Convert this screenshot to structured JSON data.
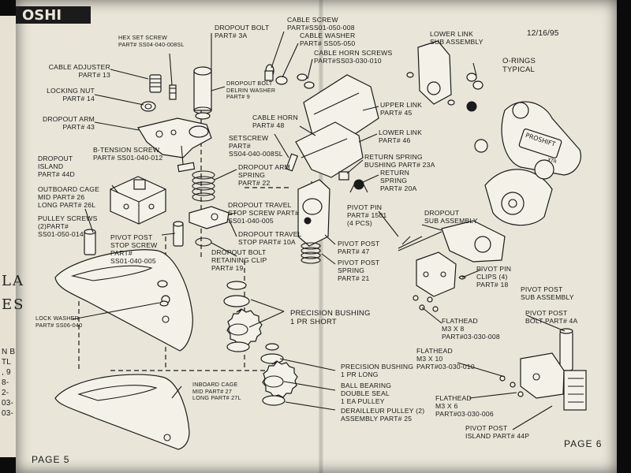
{
  "header": {
    "logo_fragment": "OSHI",
    "date": "12/16/95"
  },
  "pages": {
    "left": "PAGE 5",
    "right": "PAGE 6"
  },
  "side_fragments": {
    "a": "LA",
    "b": "ES"
  },
  "side_text": [
    "N B",
    "TL",
    ", 9",
    "8-",
    "2-",
    "03-",
    "03-"
  ],
  "part_labels": {
    "hex_set_screw": [
      "HEX SET SCREW",
      "PART# SS04-040-008SL"
    ],
    "cable_adjuster": [
      "CABLE ADJUSTER",
      "PART# 13"
    ],
    "locking_nut": [
      "LOCKING NUT",
      "PART# 14"
    ],
    "dropout_arm": [
      "DROPOUT ARM",
      "PART# 43"
    ],
    "b_tension_screw": [
      "B-TENSION SCREW",
      "PART# SS01-040-012"
    ],
    "dropout_island": [
      "DROPOUT",
      "ISLAND",
      "PART# 44D"
    ],
    "outboard_cage": [
      "OUTBOARD CAGE",
      "MID PART# 26",
      "LONG PART# 26L"
    ],
    "pulley_screws": [
      "PULLEY SCREWS",
      "(2)PART#",
      "SS01-050-014"
    ],
    "pivot_post_stop_screw": [
      "PIVOT POST",
      "STOP SCREW",
      "PART#",
      "SS01-040-005"
    ],
    "lock_washer": [
      "LOCK WASHER",
      "PART# SS06-040"
    ],
    "inboard_cage": [
      "INBOARD CAGE",
      "MID PART# 27",
      "LONG PART# 27L"
    ],
    "dropout_bolt": [
      "DROPOUT BOLT",
      "PART# 3A"
    ],
    "dropout_bolt_delrin_washer": [
      "DROPOUT BOLT",
      "DELRIN WASHER",
      "PART# 9"
    ],
    "cable_screw": [
      "CABLE SCREW",
      "PART#SS01-050-008"
    ],
    "cable_washer": [
      "CABLE WASHER",
      "PART# SS05-050"
    ],
    "cable_horn_screws": [
      "CABLE HORN SCREWS",
      "PART#SS03-030-010"
    ],
    "cable_horn": [
      "CABLE HORN",
      "PART# 48"
    ],
    "setscrew": [
      "SETSCREW",
      "PART#",
      "SS04-040-008SL"
    ],
    "dropout_arm_spring": [
      "DROPOUT ARM",
      "SPRING",
      "PART# 22"
    ],
    "dropout_travel_stop_screw": [
      "DROPOUT TRAVEL",
      "STOP SCREW PART#",
      "SS01-040-005"
    ],
    "dropout_travel_stop": [
      "DROPOUT TRAVEL",
      "STOP PART# 10A"
    ],
    "dropout_bolt_retaining_clip": [
      "DROPOUT BOLT",
      "RETAINING CLIP",
      "PART# 19"
    ],
    "upper_link": [
      "UPPER LINK",
      "PART# 45"
    ],
    "lower_link": [
      "LOWER LINK",
      "PART# 46"
    ],
    "return_spring_bushing": [
      "RETURN SPRING",
      "BUSHING PART# 23A"
    ],
    "return_spring": [
      "RETURN",
      "SPRING",
      "PART# 20A"
    ],
    "pivot_pin": [
      "PIVOT PIN",
      "PART# 1501",
      "(4 PCS)"
    ],
    "pivot_post": [
      "PIVOT POST",
      "PART# 47"
    ],
    "pivot_post_spring": [
      "PIVOT POST",
      "SPRING",
      "PART# 21"
    ],
    "precision_bushing_short": [
      "PRECISION BUSHING",
      "1 PR SHORT"
    ],
    "precision_bushing_long": [
      "PRECISION BUSHING",
      "1 PR LONG"
    ],
    "ball_bearing": [
      "BALL BEARING",
      "DOUBLE SEAL",
      "1 EA PULLEY"
    ],
    "derailleur_pulley": [
      "DERAILLEUR PULLEY (2)",
      "ASSEMBLY PART# 25"
    ],
    "lower_link_sub_assembly": [
      "LOWER LINK",
      "SUB ASSEMBLY"
    ],
    "o_rings": [
      "O-RINGS",
      "TYPICAL"
    ],
    "dropout_sub_assembly": [
      "DROPOUT",
      "SUB ASSEMBLY"
    ],
    "pivot_pin_clips": [
      "PIVOT PIN",
      "CLIPS (4)",
      "PART# 18"
    ],
    "pivot_post_sub_assembly": [
      "PIVOT POST",
      "SUB ASSEMBLY"
    ],
    "flathead_8": [
      "FLATHEAD",
      "M3 X 8",
      "PART#03-030-008"
    ],
    "pivot_post_bolt": [
      "PIVOT POST",
      "BOLT PART# 4A"
    ],
    "flathead_10": [
      "FLATHEAD",
      "M3 X 10",
      "PART#03-030-010"
    ],
    "flathead_6": [
      "FLATHEAD",
      "M3 X 6",
      "PART#03-030-006"
    ],
    "pivot_post_island": [
      "PIVOT POST",
      "ISLAND PART# 44P"
    ]
  },
  "derailleur_logo": [
    "PROSHIFT",
    "XTR"
  ]
}
